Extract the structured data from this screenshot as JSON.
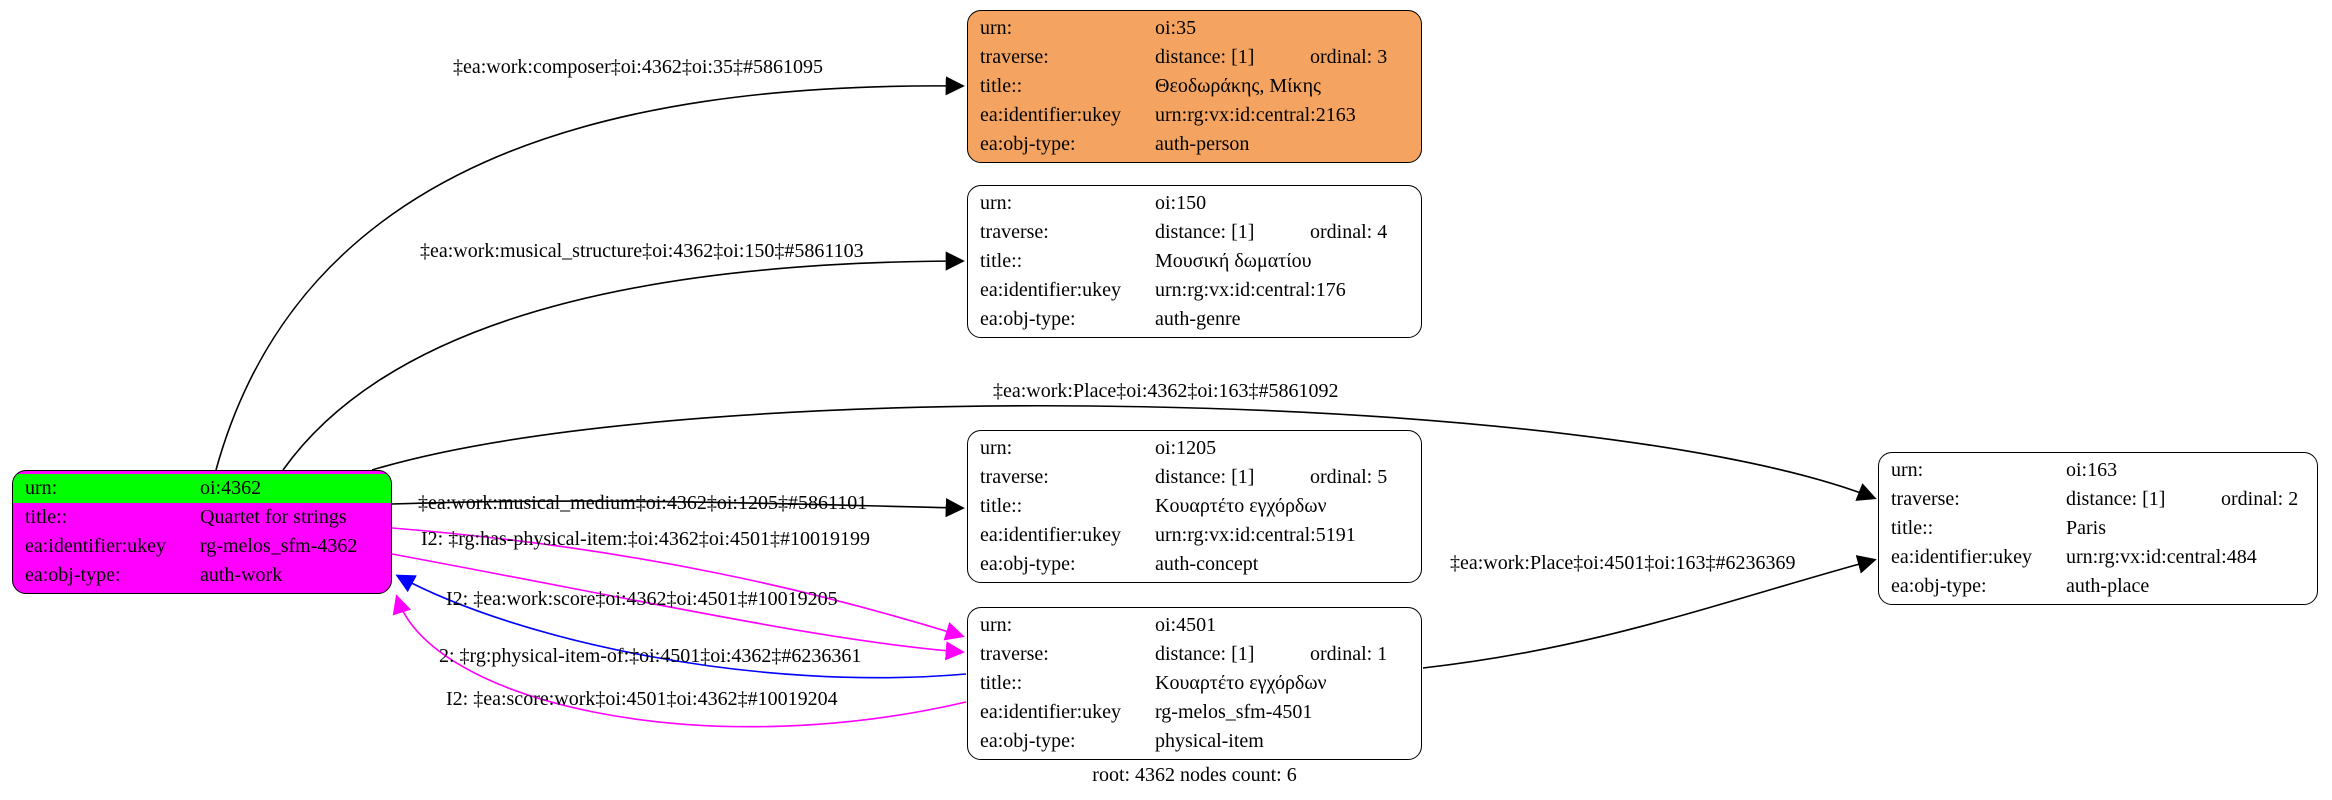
{
  "colors": {
    "node_highlight_bg": "#ff00ff",
    "urn_row_bg": "#00ff00",
    "person_node_bg": "#f4a460",
    "plain_node_bg": "#ffffff",
    "node_border": "#000000",
    "edge_default": "#000000",
    "edge_inferred": "#ff00ff",
    "edge_reverse": "#0000ff",
    "text": "#000000"
  },
  "caption": "root: 4362 nodes count: 6",
  "nodes": [
    {
      "id": "oi:4362",
      "rows": [
        {
          "label": "urn:",
          "value": "oi:4362"
        },
        {
          "label": "title::",
          "value": "Quartet for strings"
        },
        {
          "label": "ea:identifier:ukey",
          "value": "rg-melos_sfm-4362"
        },
        {
          "label": "ea:obj-type:",
          "value": "auth-work"
        }
      ]
    },
    {
      "id": "oi:35",
      "rows": [
        {
          "label": "urn:",
          "value": "oi:35"
        },
        {
          "label": "traverse:",
          "value": "distance: [1]",
          "extra": "ordinal: 3"
        },
        {
          "label": "title::",
          "value": "Θεοδωράκης, Μίκης"
        },
        {
          "label": "ea:identifier:ukey",
          "value": "urn:rg:vx:id:central:2163"
        },
        {
          "label": "ea:obj-type:",
          "value": "auth-person"
        }
      ]
    },
    {
      "id": "oi:150",
      "rows": [
        {
          "label": "urn:",
          "value": "oi:150"
        },
        {
          "label": "traverse:",
          "value": "distance: [1]",
          "extra": "ordinal: 4"
        },
        {
          "label": "title::",
          "value": "Μουσική δωματίου"
        },
        {
          "label": "ea:identifier:ukey",
          "value": "urn:rg:vx:id:central:176"
        },
        {
          "label": "ea:obj-type:",
          "value": "auth-genre"
        }
      ]
    },
    {
      "id": "oi:1205",
      "rows": [
        {
          "label": "urn:",
          "value": "oi:1205"
        },
        {
          "label": "traverse:",
          "value": "distance: [1]",
          "extra": "ordinal: 5"
        },
        {
          "label": "title::",
          "value": "Κουαρτέτο εγχόρδων"
        },
        {
          "label": "ea:identifier:ukey",
          "value": "urn:rg:vx:id:central:5191"
        },
        {
          "label": "ea:obj-type:",
          "value": "auth-concept"
        }
      ]
    },
    {
      "id": "oi:4501",
      "rows": [
        {
          "label": "urn:",
          "value": "oi:4501"
        },
        {
          "label": "traverse:",
          "value": "distance: [1]",
          "extra": "ordinal: 1"
        },
        {
          "label": "title::",
          "value": "Κουαρτέτο εγχόρδων"
        },
        {
          "label": "ea:identifier:ukey",
          "value": "rg-melos_sfm-4501"
        },
        {
          "label": "ea:obj-type:",
          "value": "physical-item"
        }
      ]
    },
    {
      "id": "oi:163",
      "rows": [
        {
          "label": "urn:",
          "value": "oi:163"
        },
        {
          "label": "traverse:",
          "value": "distance: [1]",
          "extra": "ordinal: 2"
        },
        {
          "label": "title::",
          "value": "Paris"
        },
        {
          "label": "ea:identifier:ukey",
          "value": "urn:rg:vx:id:central:484"
        },
        {
          "label": "ea:obj-type:",
          "value": "auth-place"
        }
      ]
    }
  ],
  "edges": [
    {
      "label": "‡ea:work:composer‡oi:4362‡oi:35‡#5861095",
      "color": "black"
    },
    {
      "label": "‡ea:work:musical_structure‡oi:4362‡oi:150‡#5861103",
      "color": "black"
    },
    {
      "label": "‡ea:work:Place‡oi:4362‡oi:163‡#5861092",
      "color": "black"
    },
    {
      "label": "‡ea:work:musical_medium‡oi:4362‡oi:1205‡#5861101",
      "color": "black"
    },
    {
      "label": "I2: ‡rg:has-physical-item:‡oi:4362‡oi:4501‡#10019199",
      "color": "magenta"
    },
    {
      "label": "I2: ‡ea:work:score‡oi:4362‡oi:4501‡#10019205",
      "color": "magenta"
    },
    {
      "label": "2: ‡rg:physical-item-of:‡oi:4501‡oi:4362‡#6236361",
      "color": "blue"
    },
    {
      "label": "I2: ‡ea:score:work‡oi:4501‡oi:4362‡#10019204",
      "color": "magenta"
    },
    {
      "label": "‡ea:work:Place‡oi:4501‡oi:163‡#6236369",
      "color": "black"
    }
  ]
}
